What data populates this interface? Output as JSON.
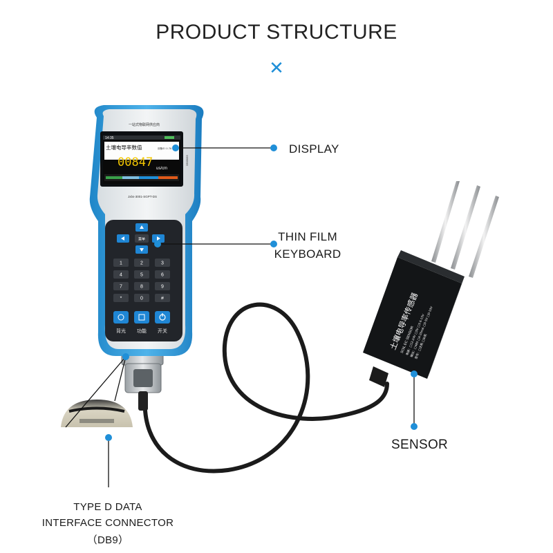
{
  "title": "PRODUCT STRUCTURE",
  "close_glyph": "✕",
  "labels": {
    "display": "DISPLAY",
    "keyboard_line1": "THIN FILM",
    "keyboard_line2": "KEYBOARD",
    "sensor": "SENSOR",
    "connector_line1": "TYPE D DATA",
    "connector_line2": "INTERFACE CONNECTOR",
    "connector_line3": "（DB9）"
  },
  "device": {
    "brand_text": "一站式物联网供应商",
    "status_time": "14:35",
    "screen_title": "土壤电导率数值",
    "screen_sub": "设备ID 1 LTA",
    "reading_value": "00847",
    "reading_unit": "us/cm",
    "model_text": "Jxbs-3001-SGPT-DS",
    "side_text": "3303033",
    "keys": {
      "menu": "菜单",
      "backlight": "背光",
      "function": "功能",
      "power": "开关",
      "num": [
        "1",
        "2",
        "3",
        "4",
        "5",
        "6",
        "7",
        "8",
        "9",
        "*",
        "0",
        "#"
      ]
    }
  },
  "sensor_body": {
    "title_cn": "土壤电导率传感器",
    "spec_lines": [
      "SOIL EC SENSOR",
      "电源：□12-24V  □5V  □3.6-15V",
      "输出：□485  □4-20mA  □0-5V  □0-10V",
      "型号：□主机  □从机"
    ]
  },
  "colors": {
    "accent": "#1f8fd8",
    "device_blue": "#2a9ad8",
    "device_shell": "#e9ecee",
    "keypad": "#22252a",
    "sensor_body": "#131517",
    "screen_value": "#f3c600"
  }
}
